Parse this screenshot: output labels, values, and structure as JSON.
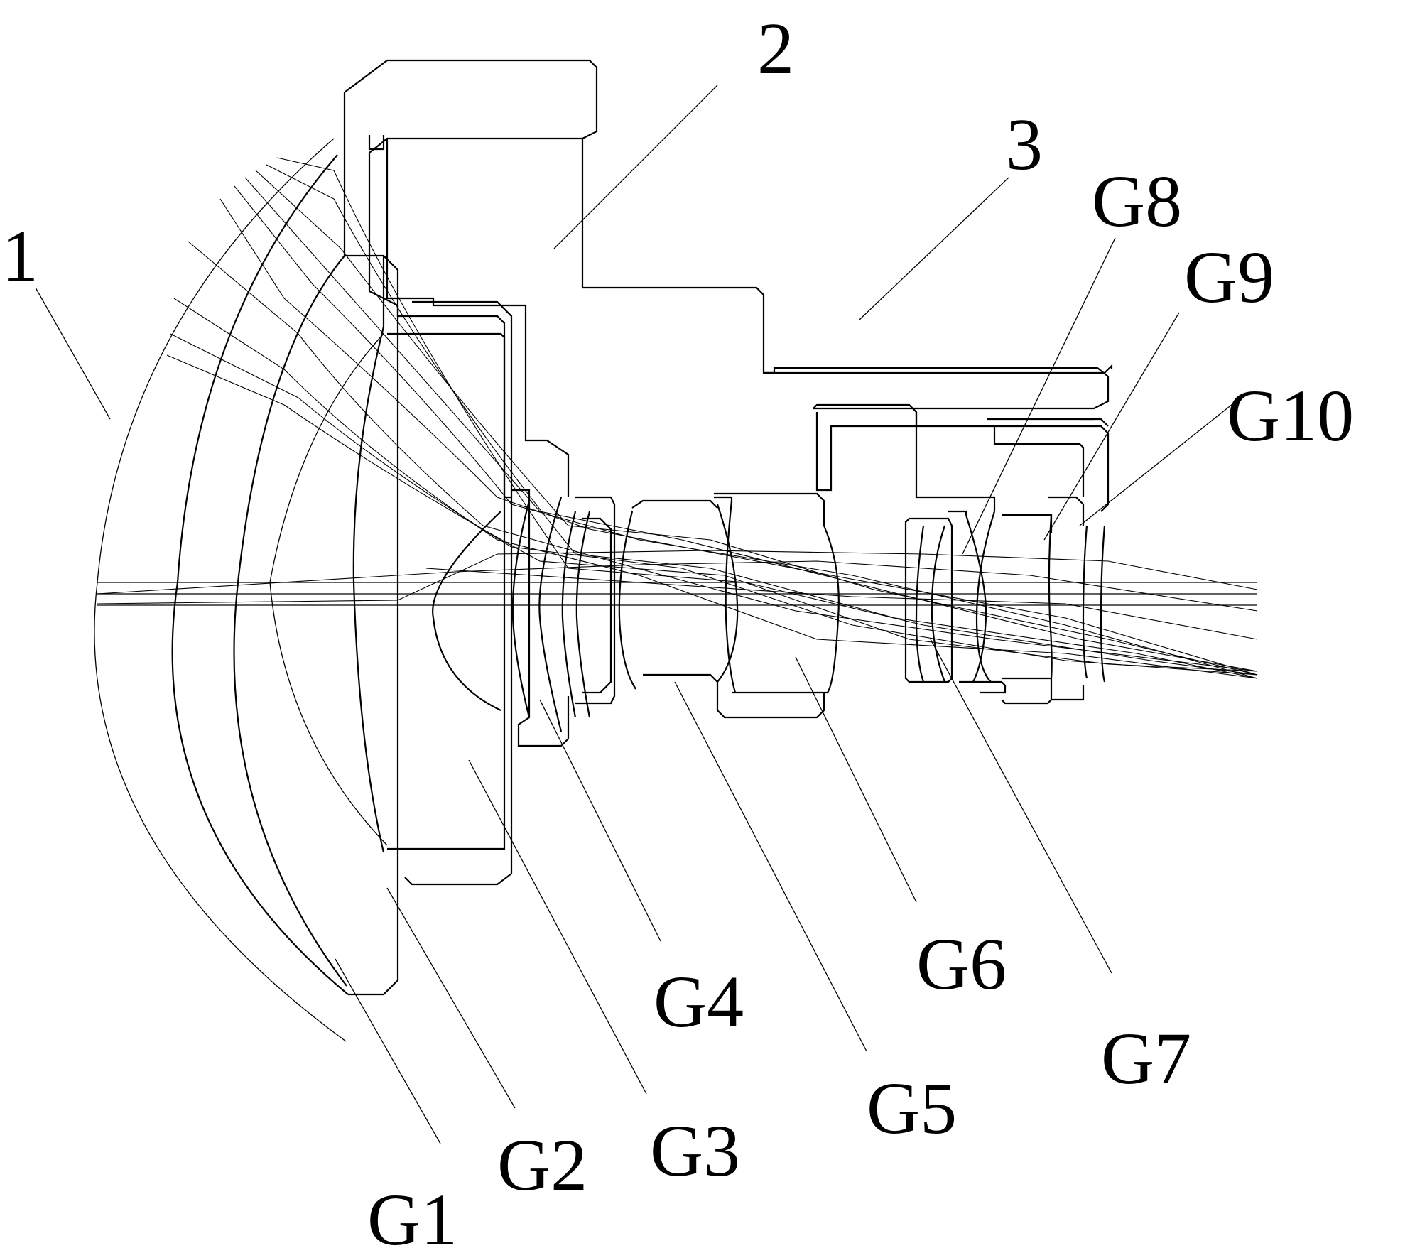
{
  "labels": {
    "l1": "1",
    "l2": "2",
    "l3": "3",
    "g1": "G1",
    "g2": "G2",
    "g3": "G3",
    "g4": "G4",
    "g5": "G5",
    "g6": "G6",
    "g7": "G7",
    "g8": "G8",
    "g9": "G9",
    "g10": "G10"
  },
  "colors": {
    "line": "#000000",
    "background": "#ffffff"
  }
}
